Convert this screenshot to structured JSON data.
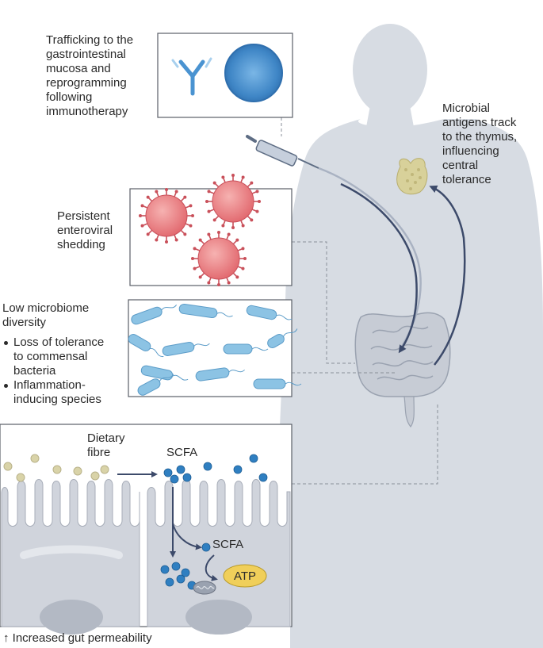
{
  "labels": {
    "trafficking": "Trafficking to the\ngastrointestinal\nmucosa and\nreprogramming\nfollowing\nimmunotherapy",
    "thymus": "Microbial\nantigens track\nto the thymus,\ninfluencing\ncentral\ntolerance",
    "enteroviral": "Persistent\nenteroviral\nshedding",
    "microbiome_title": "Low microbiome\ndiversity",
    "microbiome_bullets": [
      "Loss of tolerance\nto commensal\nbacteria",
      "Inflammation-\ninducing species"
    ],
    "dietary_fibre": "Dietary\nfibre",
    "scfa_top": "SCFA",
    "scfa_mid": "SCFA",
    "atp": "ATP",
    "permeability": "↑ Increased gut permeability"
  },
  "colors": {
    "body": "#d7dce3",
    "virus": "#e57b7e",
    "virus_spike": "#c9505a",
    "bacteria": "#8cc3e4",
    "cell_blue": "#4a93d1",
    "scfa_dot": "#2f7fc1",
    "fibre_dot": "#d9d3a8",
    "atp": "#f0cf5a",
    "arrow": "#3c4a6a",
    "villi": "#d0d4dc"
  },
  "icons": [
    "antibody-icon",
    "immune-cell-icon",
    "syringe-icon",
    "thymus-icon",
    "intestine-icon",
    "virus-icon",
    "bacteria-icon",
    "mitochondrion-icon"
  ]
}
